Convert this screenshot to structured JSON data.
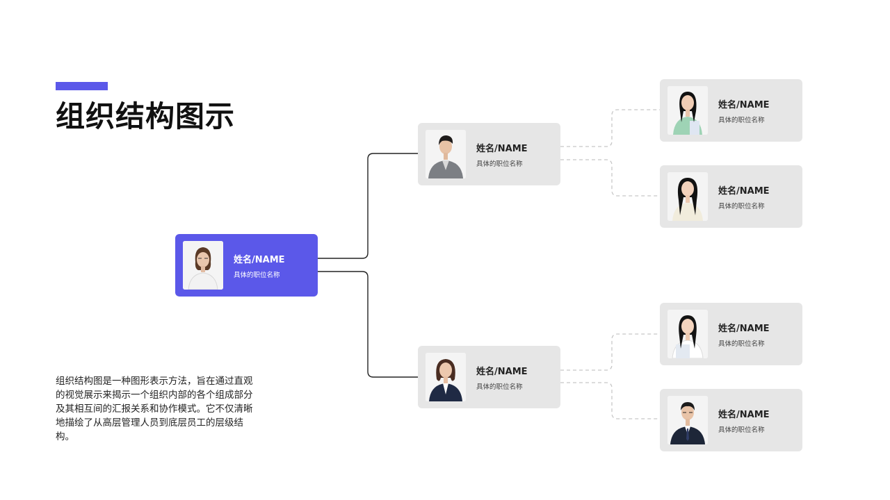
{
  "title": "组织结构图示",
  "description": "组织结构图是一种图形表示方法，旨在通过直观的视觉展示来揭示一个组织内部的各个组成部分及其相互间的汇报关系和协作模式。它不仅清晰地描绘了从高层管理人员到底层员工的层级结构。",
  "colors": {
    "accent": "#5b58e9",
    "card": "#e6e6e6",
    "solid_connector": "#222222",
    "dashed_connector": "#c8c8c8"
  },
  "org": {
    "root": {
      "name": "姓名/NAME",
      "role": "具体的职位名称"
    },
    "managers": [
      {
        "name": "姓名/NAME",
        "role": "具体的职位名称"
      },
      {
        "name": "姓名/NAME",
        "role": "具体的职位名称"
      }
    ],
    "staff": [
      {
        "name": "姓名/NAME",
        "role": "具体的职位名称"
      },
      {
        "name": "姓名/NAME",
        "role": "具体的职位名称"
      },
      {
        "name": "姓名/NAME",
        "role": "具体的职位名称"
      },
      {
        "name": "姓名/NAME",
        "role": "具体的职位名称"
      }
    ]
  }
}
